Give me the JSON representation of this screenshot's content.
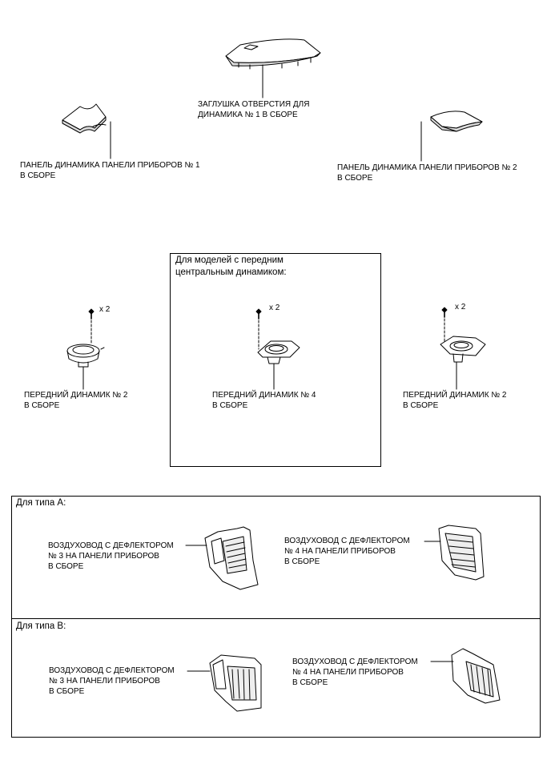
{
  "top_parts": {
    "cover_label": "ЗАГЛУШКА ОТВЕРСТИЯ ДЛЯ\nДИНАМИКА № 1 В СБОРЕ",
    "panel1_label": "ПАНЕЛЬ ДИНАМИКА ПАНЕЛИ ПРИБОРОВ № 1\nВ СБОРЕ",
    "panel2_label": "ПАНЕЛЬ ДИНАМИКА ПАНЕЛИ ПРИБОРОВ № 2\nВ СБОРЕ"
  },
  "speakers": {
    "center_box_header": "Для моделей с передним\nцентральным динамиком:",
    "left_label": "ПЕРЕДНИЙ ДИНАМИК № 2\nВ СБОРЕ",
    "center_label": "ПЕРЕДНИЙ ДИНАМИК № 4\nВ СБОРЕ",
    "right_label": "ПЕРЕДНИЙ ДИНАМИК № 2\nВ СБОРЕ",
    "screw_qty_left": "x 2",
    "screw_qty_center": "x 2",
    "screw_qty_right": "x 2"
  },
  "type_a": {
    "header": "Для типа A:",
    "left_label": "ВОЗДУХОВОД С ДЕФЛЕКТОРОМ\n№ 3 НА ПАНЕЛИ ПРИБОРОВ\nВ СБОРЕ",
    "right_label": "ВОЗДУХОВОД С ДЕФЛЕКТОРОМ\n№ 4 НА ПАНЕЛИ ПРИБОРОВ\nВ СБОРЕ"
  },
  "type_b": {
    "header": "Для типа B:",
    "left_label": "ВОЗДУХОВОД С ДЕФЛЕКТОРОМ\n№ 3 НА ПАНЕЛИ ПРИБОРОВ\nВ СБОРЕ",
    "right_label": "ВОЗДУХОВОД С ДЕФЛЕКТОРОМ\n№ 4 НА ПАНЕЛИ ПРИБОРОВ\nВ СБОРЕ"
  }
}
